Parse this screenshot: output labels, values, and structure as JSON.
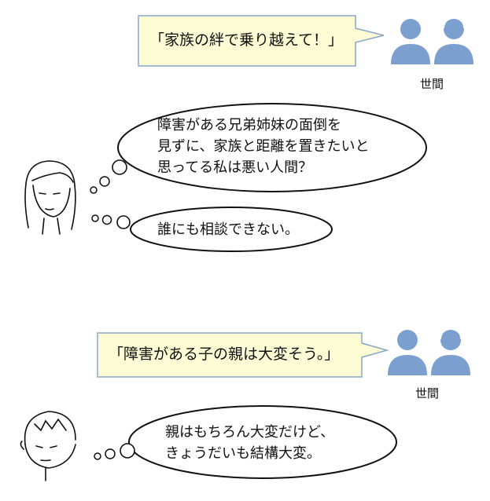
{
  "colors": {
    "callout_fill": "#FDFCD4",
    "callout_border": "#8AA7C9",
    "people_icon": "#7BA0D0",
    "ink": "#111111"
  },
  "panel1": {
    "callout": "「家族の絆で乗り越えて！」",
    "people_label": "世間",
    "thought_main": [
      "障害がある兄弟姉妹の面倒を",
      "見ずに、家族と距離を置きたいと",
      "思ってる私は悪い人間？"
    ],
    "thought_small": "誰にも相談できない。"
  },
  "panel2": {
    "callout": "「障害がある子の親は大変そう。」",
    "people_label": "世間",
    "thought_main": [
      "親はもちろん大変だけど、",
      "きょうだいも結構大変。"
    ]
  }
}
